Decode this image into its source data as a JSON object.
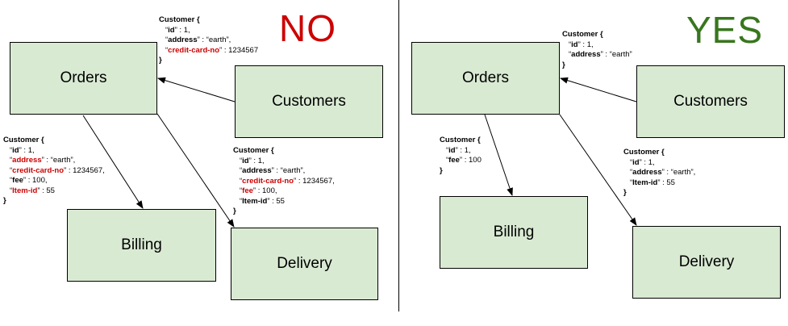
{
  "colors": {
    "box_fill": "#d9ead3",
    "no": "#cc0000",
    "yes": "#38761d",
    "sensitive_key": "#cc0000"
  },
  "no_panel": {
    "verdict": "NO",
    "boxes": {
      "orders": "Orders",
      "customers": "Customers",
      "billing": "Billing",
      "delivery": "Delivery"
    },
    "customer_to_orders": {
      "open": "Customer {",
      "fields": [
        {
          "key": "id",
          "val": " : 1,",
          "sensitive": false
        },
        {
          "key": "address",
          "val": " : “earth”,",
          "sensitive": false
        },
        {
          "key": "credit-card-no",
          "val": " : 1234567",
          "sensitive": true
        }
      ],
      "close": "}"
    },
    "orders_to_billing": {
      "open": "Customer {",
      "fields": [
        {
          "key": "id",
          "val": " : 1,",
          "sensitive": false
        },
        {
          "key": "address",
          "val": " : “earth”,",
          "sensitive": true
        },
        {
          "key": "credit-card-no",
          "val": " : 1234567,",
          "sensitive": true
        },
        {
          "key": "fee",
          "val": " : 100,",
          "sensitive": false
        },
        {
          "key": "Item-id",
          "val": " : 55",
          "sensitive": true
        }
      ],
      "close": "}"
    },
    "orders_to_delivery": {
      "open": "Customer {",
      "fields": [
        {
          "key": "id",
          "val": " : 1,",
          "sensitive": false
        },
        {
          "key": "address",
          "val": " : “earth”,",
          "sensitive": false
        },
        {
          "key": "credit-card-no",
          "val": " : 1234567,",
          "sensitive": true
        },
        {
          "key": "fee",
          "val": " : 100,",
          "sensitive": true
        },
        {
          "key": "Item-id",
          "val": " : 55",
          "sensitive": false
        }
      ],
      "close": "}"
    }
  },
  "yes_panel": {
    "verdict": "YES",
    "boxes": {
      "orders": "Orders",
      "customers": "Customers",
      "billing": "Billing",
      "delivery": "Delivery"
    },
    "customer_to_orders": {
      "open": "Customer {",
      "fields": [
        {
          "key": "id",
          "val": " : 1,",
          "sensitive": false
        },
        {
          "key": "address",
          "val": " : “earth”",
          "sensitive": false
        }
      ],
      "close": "}"
    },
    "orders_to_billing": {
      "open": "Customer {",
      "fields": [
        {
          "key": "id",
          "val": " : 1,",
          "sensitive": false
        },
        {
          "key": "fee",
          "val": " : 100",
          "sensitive": false
        }
      ],
      "close": "}"
    },
    "orders_to_delivery": {
      "open": "Customer {",
      "fields": [
        {
          "key": "id",
          "val": " : 1,",
          "sensitive": false
        },
        {
          "key": "address",
          "val": " : “earth”,",
          "sensitive": false
        },
        {
          "key": "Item-id",
          "val": " : 55",
          "sensitive": false
        }
      ],
      "close": "}"
    }
  }
}
